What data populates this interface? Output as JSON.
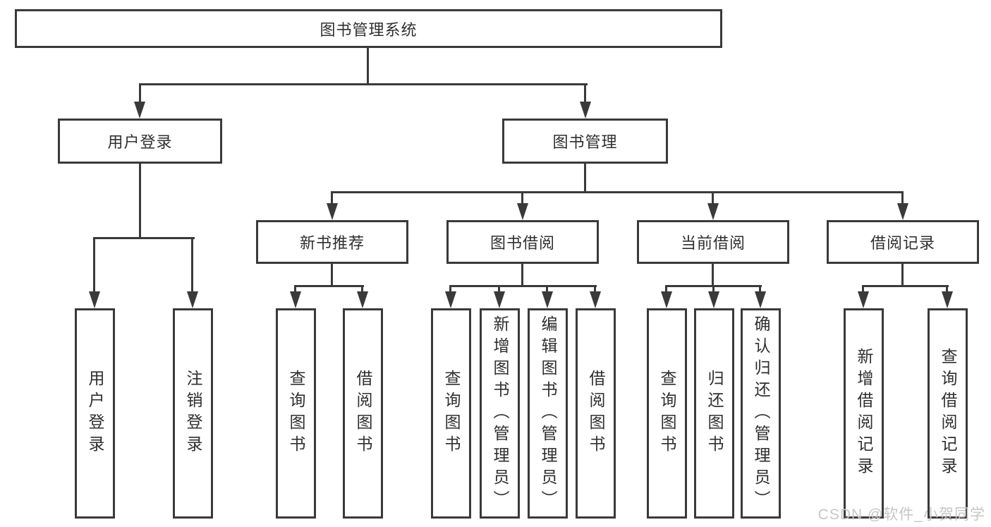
{
  "root": {
    "label": "图书管理系统"
  },
  "branches": [
    {
      "label": "用户登录",
      "children": [
        {
          "label": "用户登录"
        },
        {
          "label": "注销登录"
        }
      ]
    },
    {
      "label": "图书管理"
    }
  ],
  "sections": [
    {
      "label": "新书推荐",
      "children": [
        {
          "label": "查询图书"
        },
        {
          "label": "借阅图书"
        }
      ]
    },
    {
      "label": "图书借阅",
      "children": [
        {
          "label": "查询图书"
        },
        {
          "label": "新增图书（管理员）"
        },
        {
          "label": "编辑图书（管理员）"
        },
        {
          "label": "借阅图书"
        }
      ]
    },
    {
      "label": "当前借阅",
      "children": [
        {
          "label": "查询图书"
        },
        {
          "label": "归还图书"
        },
        {
          "label": "确认归还（管理员）"
        }
      ]
    },
    {
      "label": "借阅记录",
      "children": [
        {
          "label": "新增借阅记录"
        },
        {
          "label": "查询借阅记录"
        }
      ]
    }
  ],
  "watermark": {
    "text": "CSDN @软件_小贺同学"
  },
  "colors": {
    "line": "#3a3a3a",
    "text": "#2f2f2f",
    "watermark": "#c6c6c6",
    "background": "#ffffff"
  }
}
